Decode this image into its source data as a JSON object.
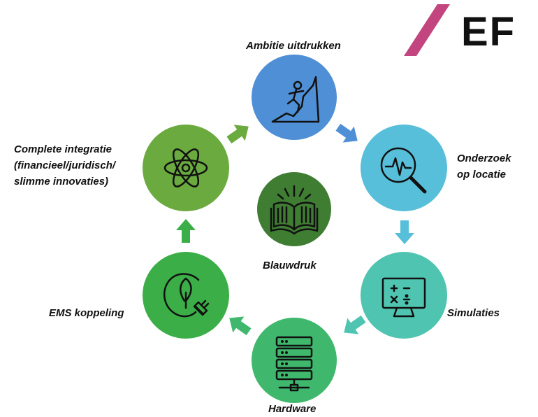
{
  "logo": {
    "text": "EF",
    "slash_color": "#c2457f"
  },
  "center": {
    "label": "Blauwdruk",
    "color": "#3f7d33",
    "icon": "open-book-icon"
  },
  "nodes": [
    {
      "id": "ambitie",
      "label": "Ambitie uitdrukken",
      "color": "#4f8fd6",
      "icon": "mountain-climber-icon"
    },
    {
      "id": "onderzoek",
      "label_lines": [
        "Onderzoek",
        "op locatie"
      ],
      "color": "#57bfd9",
      "icon": "magnifier-pulse-icon"
    },
    {
      "id": "simulaties",
      "label": "Simulaties",
      "color": "#4fc4b0",
      "icon": "monitor-calculator-icon"
    },
    {
      "id": "hardware",
      "label": "Hardware",
      "color": "#3fb86d",
      "icon": "server-rack-icon"
    },
    {
      "id": "ems",
      "label": "EMS koppeling",
      "color": "#3cae47",
      "icon": "leaf-plug-icon"
    },
    {
      "id": "integratie",
      "label_lines": [
        "Complete integratie",
        "(financieel/juridisch/",
        "slimme innovaties)"
      ],
      "color": "#6aaa3f",
      "icon": "atom-icon"
    }
  ],
  "arrows": [
    {
      "from": "ambitie",
      "to": "onderzoek",
      "color": "#4f8fd6"
    },
    {
      "from": "onderzoek",
      "to": "simulaties",
      "color": "#57bfd9"
    },
    {
      "from": "simulaties",
      "to": "hardware",
      "color": "#4fc4b0"
    },
    {
      "from": "hardware",
      "to": "ems",
      "color": "#3fb86d"
    },
    {
      "from": "ems",
      "to": "integratie",
      "color": "#3cae47"
    },
    {
      "from": "integratie",
      "to": "ambitie",
      "color": "#6aaa3f"
    }
  ]
}
